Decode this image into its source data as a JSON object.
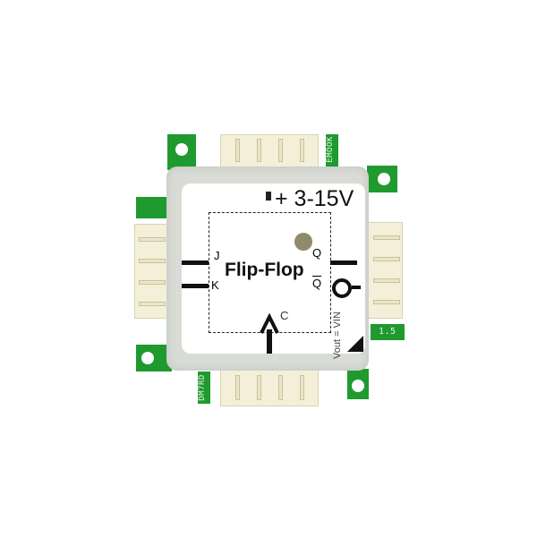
{
  "module": {
    "title": "Flip-Flop",
    "voltage": "+ 3-15V",
    "pins": {
      "j": "J",
      "k": "K",
      "q": "Q",
      "q_bar": "Q",
      "clock": "C"
    },
    "vout_note": "Vout = VIN",
    "version": "1.5",
    "pcb_text_top": "EMOOK",
    "pcb_text_bottom": "DM7RD"
  },
  "colors": {
    "pcb_green": "#1f9a2e",
    "housing_gray": "#d9dcd6",
    "connector_cream": "#f3efd8",
    "led_olive": "#8f8a6a"
  }
}
